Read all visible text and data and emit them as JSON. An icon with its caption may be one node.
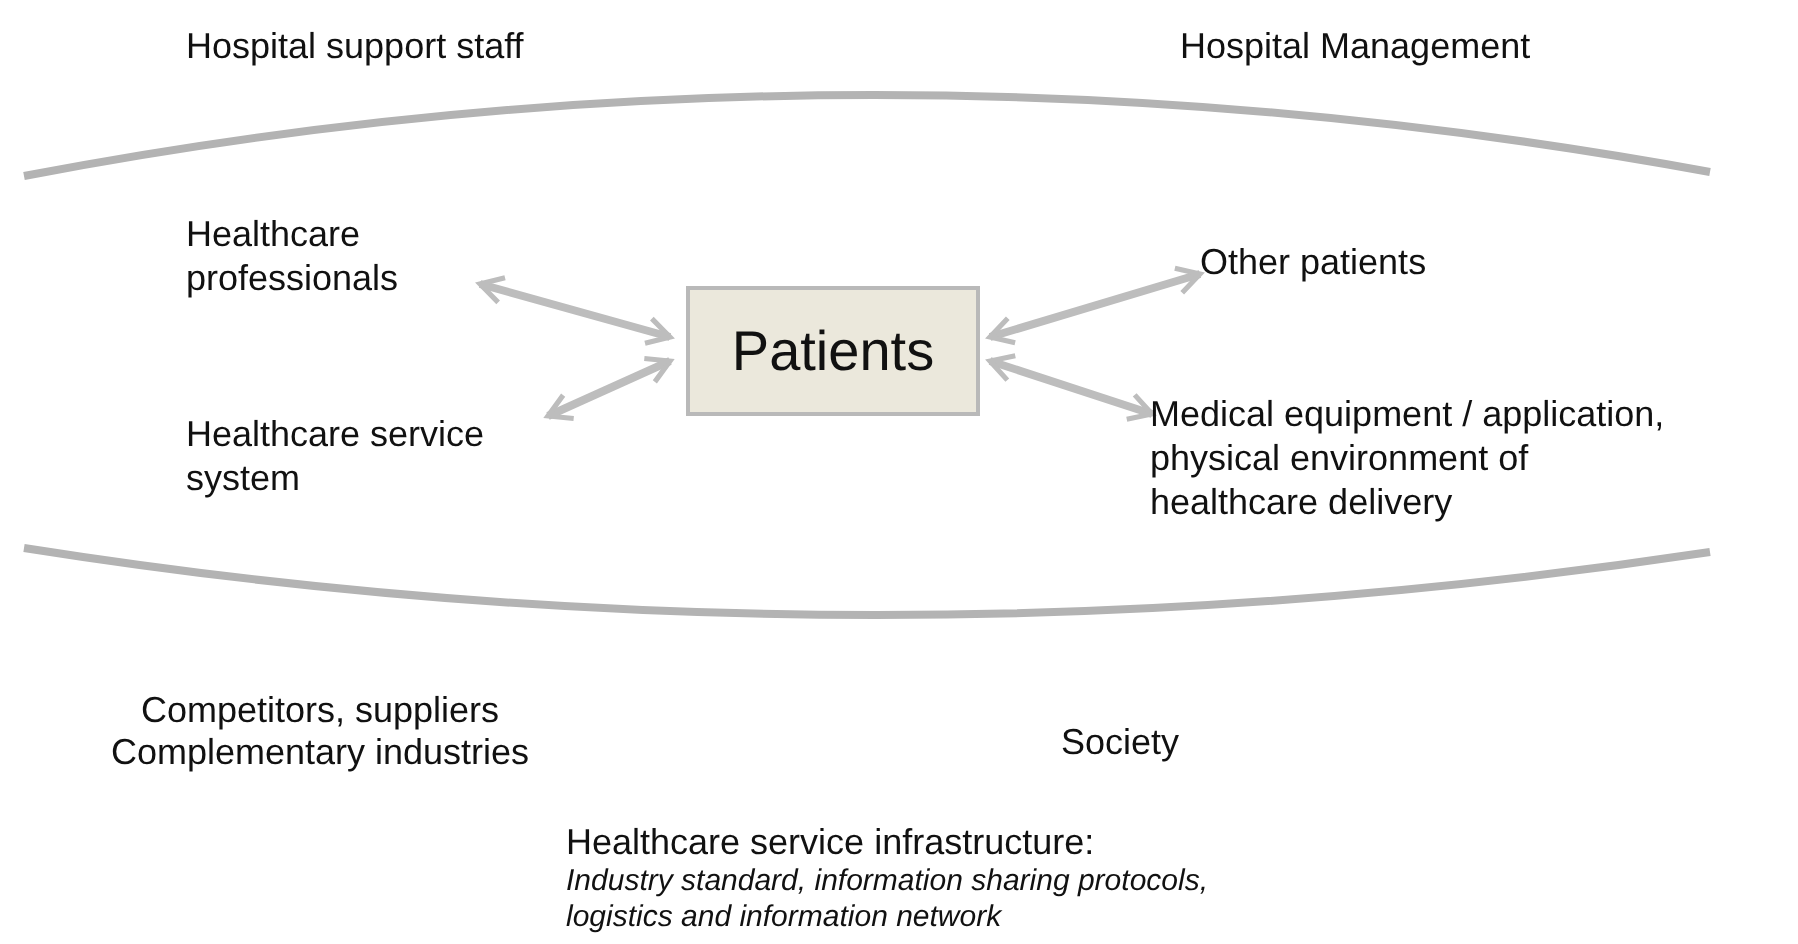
{
  "diagram": {
    "nodes": [
      {
        "text": [
          "Patients"
        ]
      },
      {
        "text": [
          "Healthcare professionals"
        ]
      },
      {
        "text": [
          "Healthcare service system"
        ]
      },
      {
        "text": [
          "Other patients"
        ]
      },
      {
        "text": [
          "Medical equipment / application, physical environment of healthcare delivery"
        ]
      }
    ],
    "edges": [
      {
        "from": 0,
        "to": 1,
        "arrow": "both"
      },
      {
        "from": 0,
        "to": 2,
        "arrow": "both"
      },
      {
        "from": 0,
        "to": 3,
        "arrow": "both"
      },
      {
        "from": 0,
        "to": 4,
        "arrow": "both"
      }
    ],
    "labels": [
      "Hospital support staff",
      "Hospital Management",
      "Competitors, suppliers",
      "Complementary industries",
      "Society",
      "Healthcare service infrastructure:",
      "Industry standard, information sharing protocols, logistics and information network"
    ]
  }
}
